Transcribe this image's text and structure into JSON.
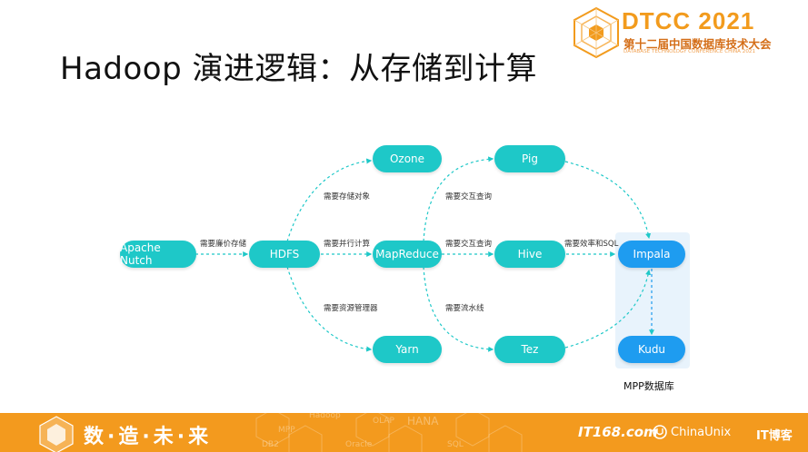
{
  "title": "Hadoop 演进逻辑：从存储到计算",
  "logo": {
    "main": "DTCC 2021",
    "sub": "第十二届中国数据库技术大会",
    "en": "DATABASE TECHNOLOGY CONFERENCE CHINA 2021"
  },
  "nodes": {
    "apache_nutch": "Apache Nutch",
    "hdfs": "HDFS",
    "ozone": "Ozone",
    "mapreduce": "MapReduce",
    "yarn": "Yarn",
    "pig": "Pig",
    "hive": "Hive",
    "tez": "Tez",
    "impala": "Impala",
    "kudu": "Kudu"
  },
  "edge_labels": {
    "nutch_hdfs": "需要廉价存储",
    "hdfs_ozone": "需要存储对象",
    "hdfs_mapreduce": "需要并行计算",
    "hdfs_yarn": "需要资源管理器",
    "mr_pig": "需要交互查询",
    "mr_hive": "需要交互查询",
    "mr_tez": "需要流水线",
    "hive_impala": "需要效率和SQL"
  },
  "mpp_label": "MPP数据库",
  "footer": {
    "slogan": "数·造·未·来",
    "watermark": [
      "Hadoop",
      "OLAP",
      "HANA",
      "MPP",
      "Oracle",
      "SQL",
      "DB2"
    ],
    "brand1": "IT168.com",
    "brand2": "ChinaUnix",
    "brand3": "IT博客"
  },
  "colors": {
    "teal": "#1ec8c8",
    "blue": "#1e9cf0",
    "accent_orange": "#f39a1e",
    "mpp_bg": "#e8f3fc"
  }
}
